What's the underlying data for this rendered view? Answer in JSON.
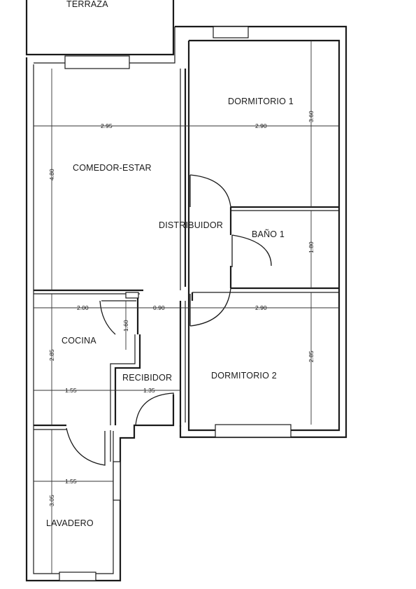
{
  "rooms": {
    "terraza": "TERRAZA",
    "dormitorio1": "DORMITORIO 1",
    "comedor_estar": "COMEDOR-ESTAR",
    "distribuidor": "DISTRIBUIDOR",
    "bano1": "BAÑO 1",
    "cocina": "COCINA",
    "recibidor": "RECIBIDOR",
    "dormitorio2": "DORMITORIO 2",
    "lavadero": "LAVADERO"
  },
  "dimensions": {
    "comedor_width": "2.95",
    "dormitorio1_width": "2.90",
    "dormitorio1_height": "3.60",
    "comedor_height": "4.80",
    "bano_height": "1.80",
    "cocina_width": "2.00",
    "pasillo_width": "0.90",
    "dormitorio2_width": "2.90",
    "cocina_height": "2.85",
    "cocina_small": "1.60",
    "dormitorio2_height": "2.85",
    "cocina_lower_width": "1.55",
    "recibidor_width": "1.35",
    "lavadero_width": "1.55",
    "lavadero_height": "3.05"
  }
}
